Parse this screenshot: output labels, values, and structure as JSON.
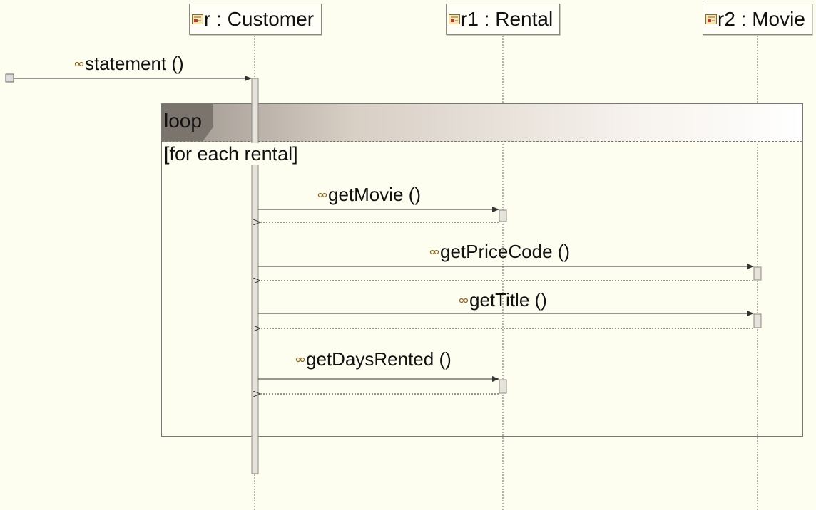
{
  "diagram": {
    "lifelines": [
      {
        "id": "customer",
        "label": "r : Customer"
      },
      {
        "id": "rental",
        "label": "r1 : Rental"
      },
      {
        "id": "movie",
        "label": "r2 : Movie"
      }
    ],
    "found_message": {
      "label": "statement ()",
      "to": "customer"
    },
    "fragment": {
      "operator": "loop",
      "guard": "[for each rental]"
    },
    "messages": [
      {
        "label": "getMovie ()",
        "from": "customer",
        "to": "rental",
        "reply": true
      },
      {
        "label": "getPriceCode ()",
        "from": "customer",
        "to": "movie",
        "reply": true
      },
      {
        "label": "getTitle ()",
        "from": "customer",
        "to": "movie",
        "reply": true
      },
      {
        "label": "getDaysRented ()",
        "from": "customer",
        "to": "rental",
        "reply": true
      }
    ],
    "colors": {
      "background": "#fefef0",
      "frame_tab": "#7b746c",
      "activation": "#e8e2dc",
      "line": "#333333"
    },
    "icons": {
      "lifeline": "object-icon",
      "message": "operation-icon"
    }
  }
}
